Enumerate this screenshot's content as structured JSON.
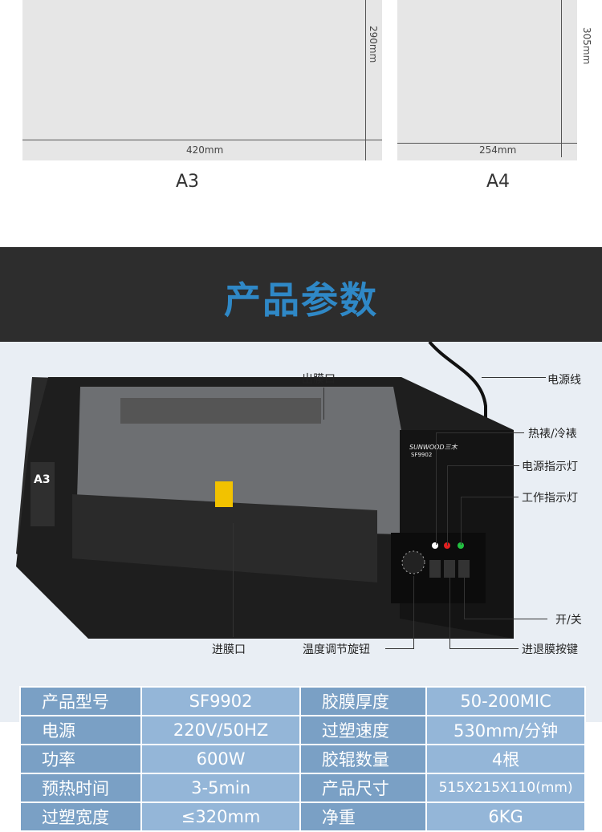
{
  "paper_sizes": [
    {
      "name": "A3",
      "width": "420mm",
      "height": "290mm"
    },
    {
      "name": "A4",
      "width": "254mm",
      "height": "305mm"
    }
  ],
  "section_title": "产品参数",
  "product": {
    "model_badge": "A3",
    "brand_logo": "SUNWOOD三木",
    "model_print": "SF9902",
    "callouts": {
      "film_outlet": "出膜口",
      "power_cord": "电源线",
      "hot_cold": "热裱/冷裱",
      "power_light": "电源指示灯",
      "work_light": "工作指示灯",
      "on_off": "开/关",
      "film_inlet": "进膜口",
      "temp_knob": "温度调节旋钮",
      "fwd_rev": "进退膜按键"
    },
    "colors": {
      "accent": "#2f88c6",
      "table_key": "#7aa0c5",
      "table_val": "#94b6d8"
    }
  },
  "specs": [
    [
      "产品型号",
      "SF9902",
      "胶膜厚度",
      "50-200MIC"
    ],
    [
      "电源",
      "220V/50HZ",
      "过塑速度",
      "530mm/分钟"
    ],
    [
      "功率",
      "600W",
      "胶辊数量",
      "4根"
    ],
    [
      "预热时间",
      "3-5min",
      "产品尺寸",
      "515X215X110(mm)"
    ],
    [
      "过塑宽度",
      "≤320mm",
      "净重",
      "6KG"
    ]
  ]
}
